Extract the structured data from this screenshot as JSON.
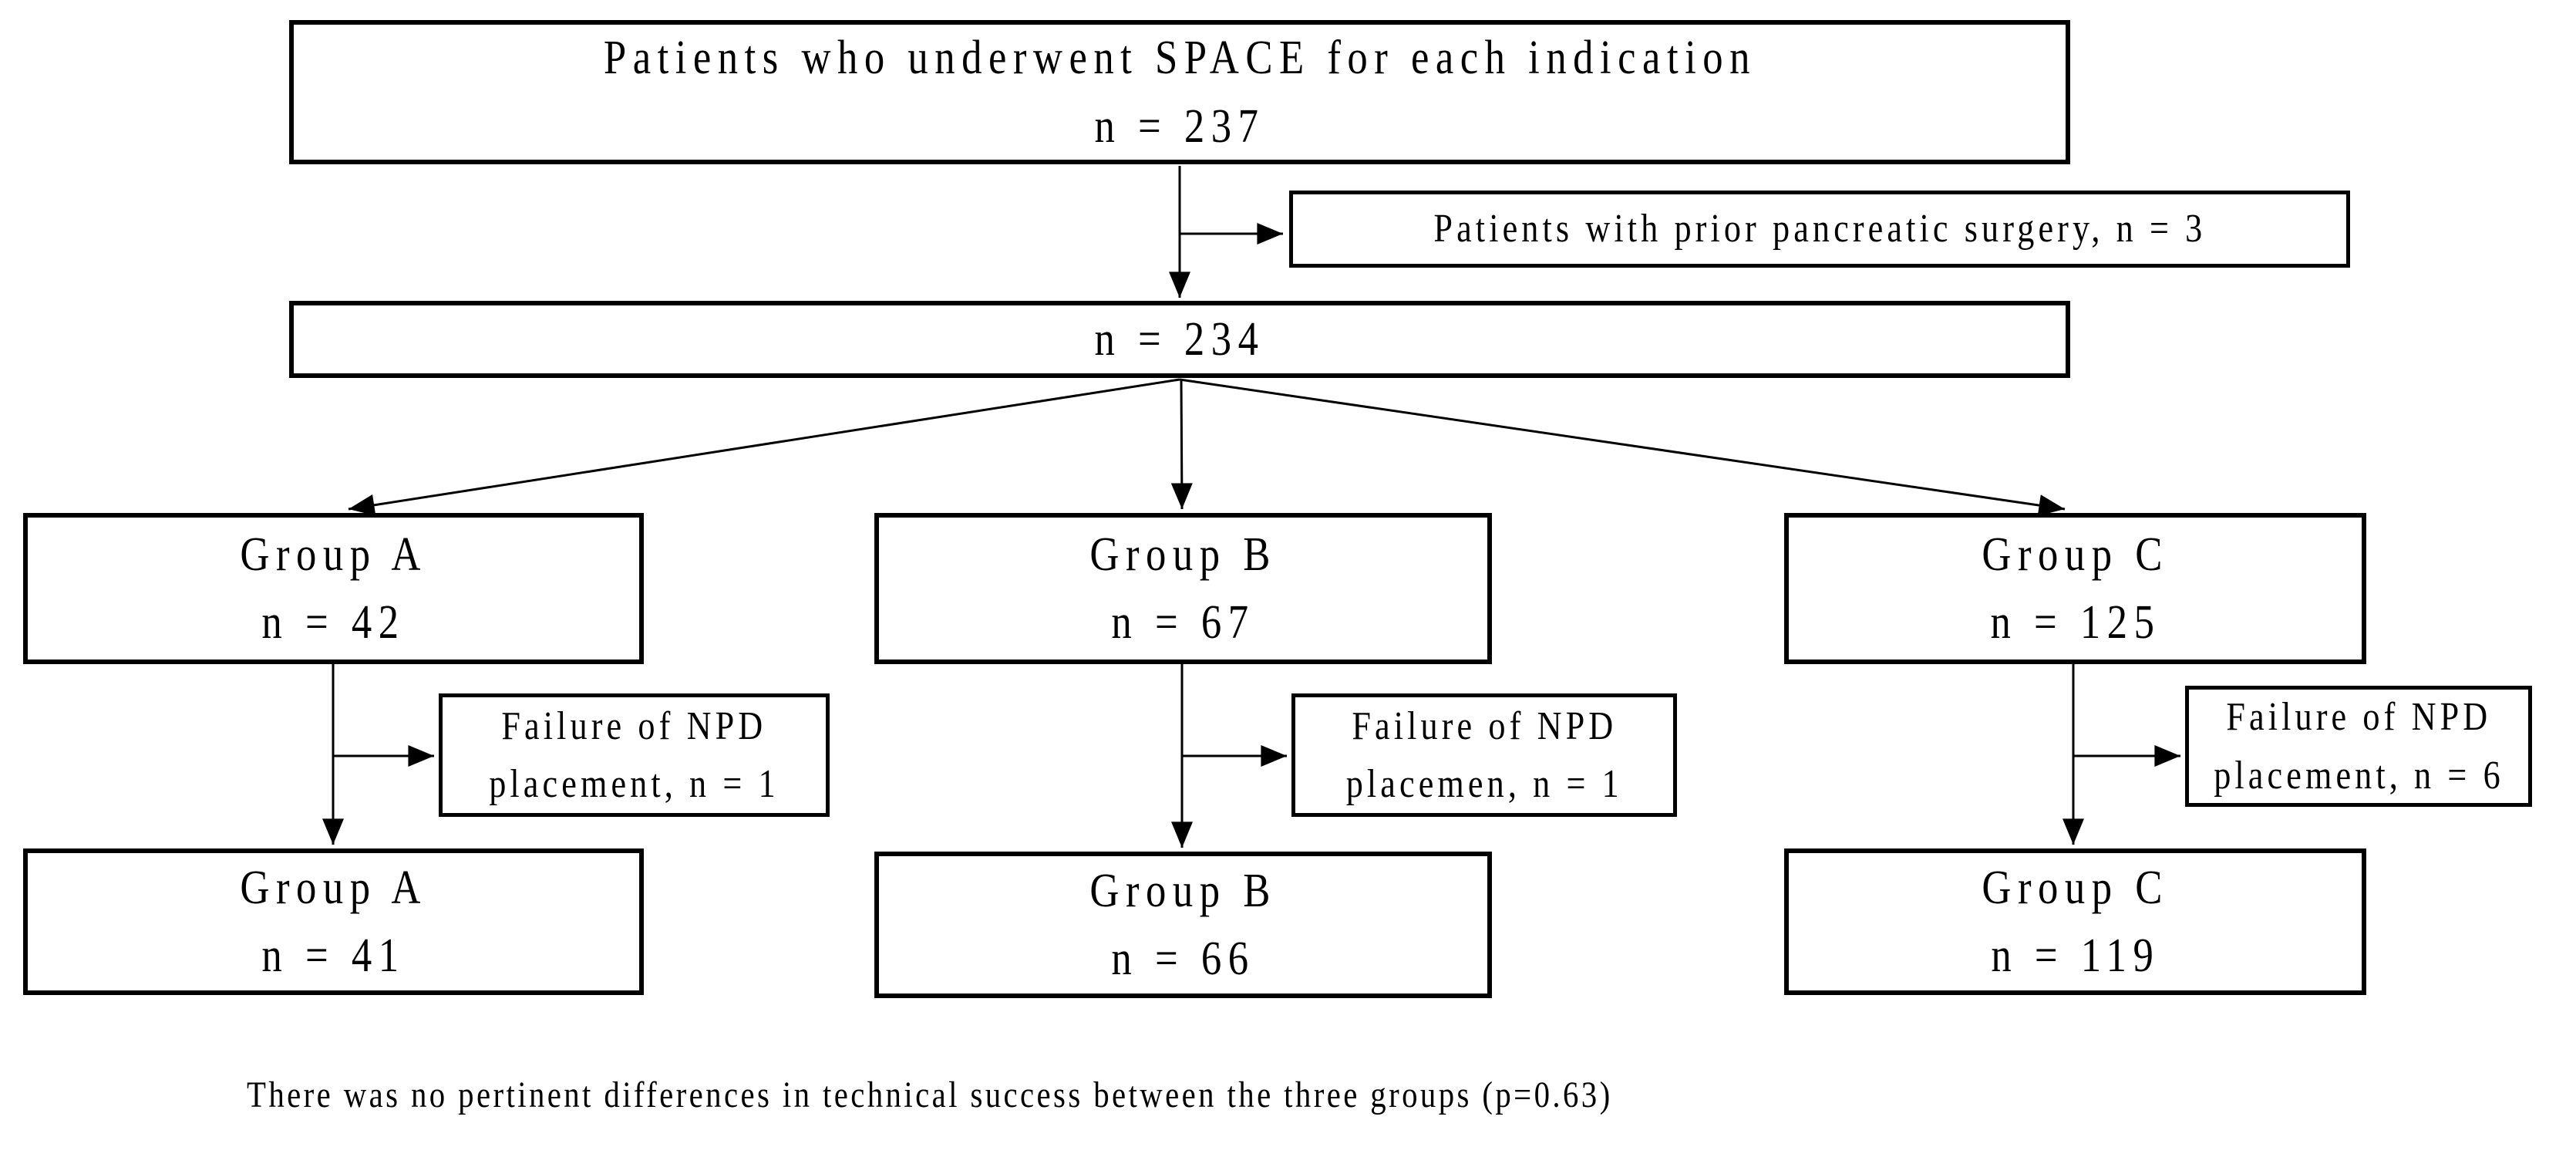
{
  "flowchart": {
    "top_box": {
      "line1": "Patients who underwent SPACE for each indication",
      "line2": "n = 237"
    },
    "prior_surgery_box": {
      "label": "Patients with prior pancreatic surgery, n = 3"
    },
    "eligible_box": {
      "label": "n = 234"
    },
    "groups": [
      {
        "name_box": {
          "line1": "Group A",
          "line2": "n = 42"
        },
        "failure_box": {
          "line1": "Failure of NPD",
          "line2": "placement, n = 1"
        },
        "final_box": {
          "line1": "Group A",
          "line2": "n = 41"
        }
      },
      {
        "name_box": {
          "line1": "Group B",
          "line2": "n = 67"
        },
        "failure_box": {
          "line1": "Failure of NPD",
          "line2": "placemen, n = 1"
        },
        "final_box": {
          "line1": "Group B",
          "line2": "n = 66"
        }
      },
      {
        "name_box": {
          "line1": "Group C",
          "line2": "n = 125"
        },
        "failure_box": {
          "line1": "Failure of NPD",
          "line2": "placement, n = 6"
        },
        "final_box": {
          "line1": "Group C",
          "line2": "n = 119"
        }
      }
    ],
    "footnote": "There was no pertinent differences in technical success between the three groups (p=0.63)"
  },
  "colors": {
    "background": "#ffffff",
    "text": "#000000",
    "box_border": "#000000",
    "connector_line": "#000000"
  }
}
